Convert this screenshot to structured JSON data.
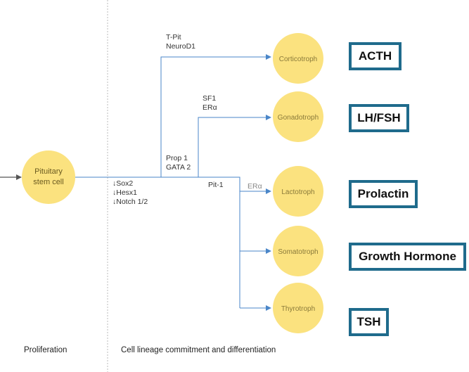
{
  "stem_cell": {
    "label_line1": "Pituitary",
    "label_line2": "stem cell"
  },
  "downregulated": [
    "↓Sox2",
    "↓Hesx1",
    "↓Notch 1/2"
  ],
  "factors": {
    "tpit_line1": "T-Pit",
    "tpit_line2": "NeuroD1",
    "sf1_line1": "SF1",
    "sf1_line2": "ERα",
    "prop1_line1": "Prop 1",
    "prop1_line2": "GATA 2",
    "pit1": "Pit-1",
    "era_lacto": "ERα"
  },
  "cells": {
    "corticotroph": "Corticotroph",
    "gonadotroph": "Gonadotroph",
    "lactotroph": "Lactotroph",
    "somatotroph": "Somatotroph",
    "thyrotroph": "Thyrotroph"
  },
  "hormones": {
    "acth": "ACTH",
    "lhfsh": "LH/FSH",
    "prolactin": "Prolactin",
    "gh": "Growth Hormone",
    "tsh": "TSH"
  },
  "phases": {
    "proliferation": "Proliferation",
    "differentiation": "Cell lineage commitment and differentiation"
  },
  "colors": {
    "cell_fill": "#fbe27f",
    "line": "#4a86c8",
    "box_border": "#1f6b8c",
    "divider": "#bbbbbb"
  }
}
